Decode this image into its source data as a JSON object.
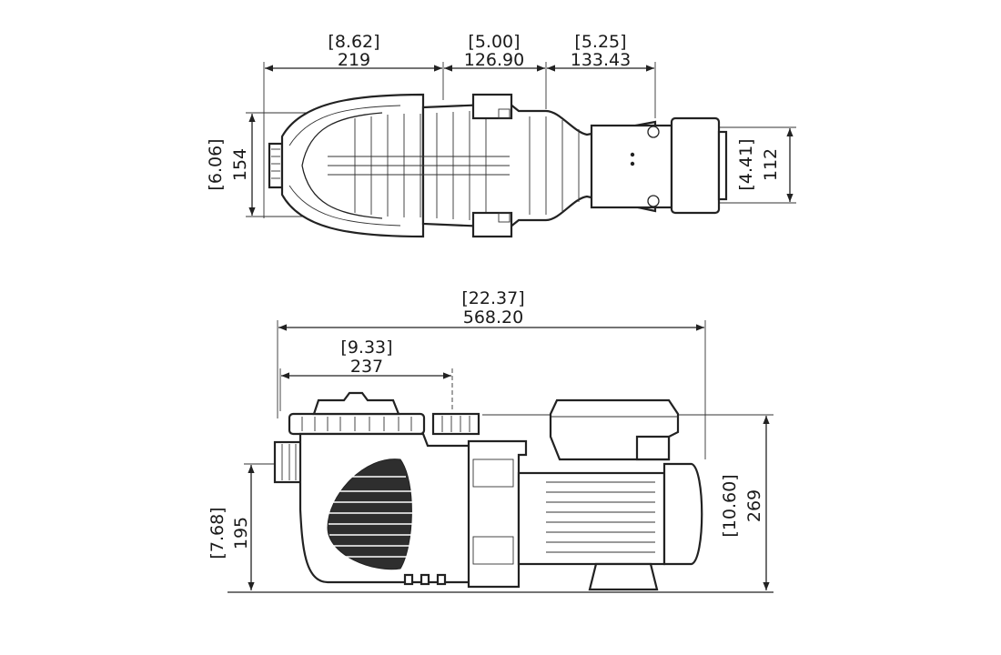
{
  "top_view": {
    "dim_a": {
      "inch": "[8.62]",
      "mm": "219"
    },
    "dim_b": {
      "inch": "[5.00]",
      "mm": "126.90"
    },
    "dim_c": {
      "inch": "[5.25]",
      "mm": "133.43"
    },
    "dim_height_left": {
      "inch": "[6.06]",
      "mm": "154"
    },
    "dim_height_right": {
      "inch": "[4.41]",
      "mm": "112"
    }
  },
  "side_view": {
    "dim_total": {
      "inch": "[22.37]",
      "mm": "568.20"
    },
    "dim_inlet": {
      "inch": "[9.33]",
      "mm": "237"
    },
    "dim_left_height": {
      "inch": "[7.68]",
      "mm": "195"
    },
    "dim_right_height": {
      "inch": "[10.60]",
      "mm": "269"
    }
  }
}
